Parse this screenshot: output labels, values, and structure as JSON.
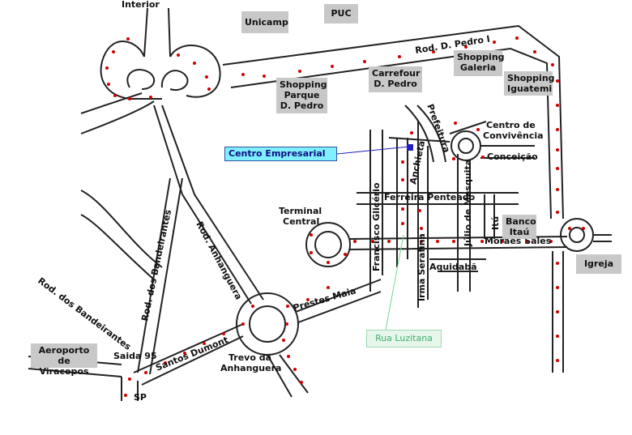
{
  "landmarks": {
    "unicamp": "Unicamp",
    "puc": "PUC",
    "shopping_parque": [
      "Shopping",
      "Parque",
      "D. Pedro"
    ],
    "carrefour": [
      "Carrefour",
      "D. Pedro"
    ],
    "shopping_galeria": [
      "Shopping",
      "Galeria"
    ],
    "shopping_iguatemi": [
      "Shopping",
      "Iguatemi"
    ],
    "banco_itau": [
      "Banco",
      "Itaú"
    ],
    "igreja": "Igreja",
    "aeroporto": [
      "Aeroporto",
      "de Viracopos"
    ]
  },
  "highlights": {
    "centro_empresarial": "Centro Empresarial",
    "rua_luzitana": "Rua Luzitana"
  },
  "roads": {
    "interior": "Interior",
    "rod_d_pedro": "Rod. D. Pedro I",
    "prefeitura": "Prefeitura",
    "centro_convivencia": [
      "Centro de",
      "Convivência"
    ],
    "conceicao": "Conceição",
    "anchieta": "Anchieta",
    "ferreira_penteado": "Ferreira Penteado",
    "francisco_glicerio": "Francisco Glicério",
    "julio_mesquita": "Júlio de Mesquita",
    "itu": "Itú",
    "moraes_sales": "Moraes Sales",
    "aquidaba": "Aquidabã",
    "irma_serafina": "Irmã Serafina",
    "terminal": "Terminal",
    "central": "Central",
    "prestes_maia": "Prestes Maia",
    "rod_anhanguera": "Rod. Anhanguera",
    "rod_bandeirantes_1": "Rod. dos Bandeirantes",
    "rod_bandeirantes_2": "Rod. dos Bandeirantes",
    "saida_95": "Saida 95",
    "santos_dumont": "Santos Dumont",
    "trevo": [
      "Trevo da",
      "Anhanguera"
    ],
    "sp": "SP"
  },
  "colors": {
    "road": "#222222",
    "dot": "#d00000",
    "label_box": "#c8c8c8",
    "highlight_box": "#80f0ff",
    "marker": "#2020c0",
    "pointer_green": "#70d890"
  }
}
